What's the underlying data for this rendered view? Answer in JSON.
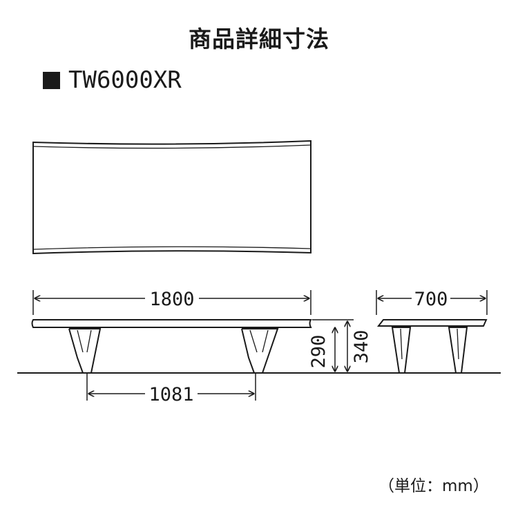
{
  "title": "商品詳細寸法",
  "model": "TW6000XR",
  "unit_note": "（単位：mm）",
  "dimensions": {
    "overall_length": "1800",
    "leg_span": "1081",
    "depth": "700",
    "leg_height": "290",
    "total_height": "340"
  },
  "colors": {
    "line": "#1a1a1a",
    "background": "#ffffff"
  }
}
